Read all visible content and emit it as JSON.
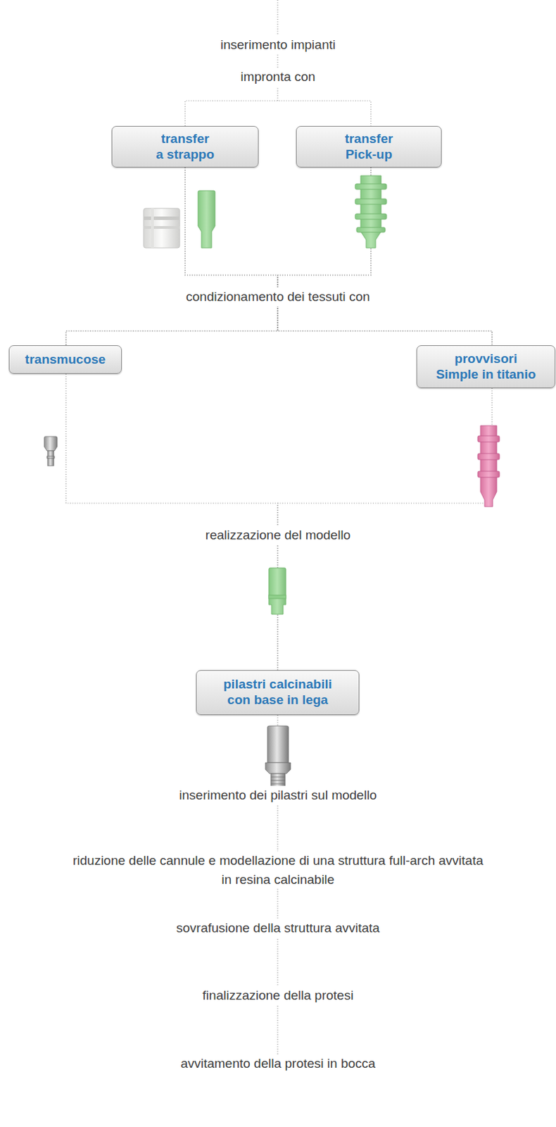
{
  "diagram": {
    "nodes": [
      {
        "text": [
          "transfer a strappo"
        ]
      },
      {
        "text": [
          "transfer Pick-up"
        ]
      },
      {
        "text": [
          "transmucose"
        ]
      },
      {
        "text": [
          "provvisori Simple in titanio"
        ]
      },
      {
        "text": [
          "pilastri calcinabili con base in lega"
        ]
      }
    ],
    "edges": [
      {
        "from": 0,
        "to": 2,
        "arrow": "none"
      },
      {
        "from": 0,
        "to": 3,
        "arrow": "none"
      },
      {
        "from": 1,
        "to": 2,
        "arrow": "none"
      },
      {
        "from": 1,
        "to": 3,
        "arrow": "none"
      },
      {
        "from": 2,
        "to": 4,
        "arrow": "none"
      },
      {
        "from": 3,
        "to": 4,
        "arrow": "none"
      }
    ],
    "labels": [
      "inserimento impianti",
      "impronta con",
      "condizionamento dei tessuti con",
      "realizzazione del modello",
      "inserimento dei pilastri sul modello",
      "riduzione delle cannule e modellazione di una struttura full-arch avvitata in resina calcinabile",
      "sovrafusione della struttura avvitata",
      "finalizzazione della protesi",
      "avvitamento della protesi in bocca"
    ]
  }
}
